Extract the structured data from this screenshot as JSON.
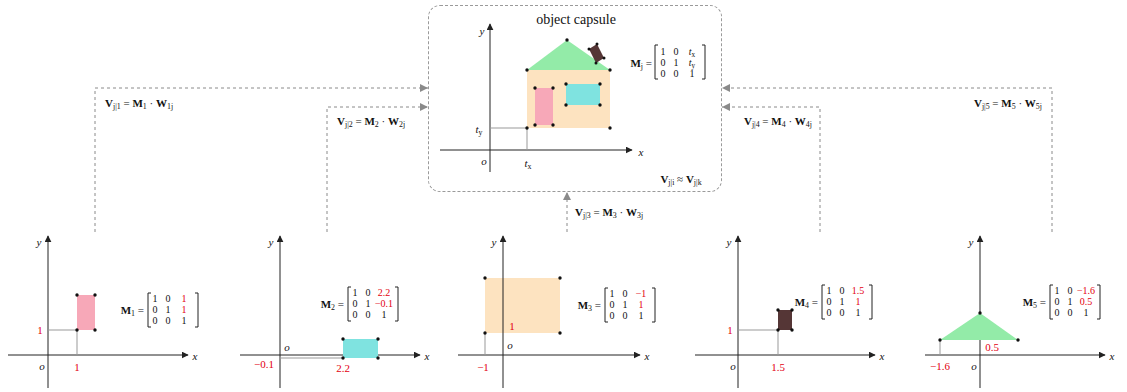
{
  "diagram": {
    "nodes": [
      {
        "text": [
          "object capsule",
          "y",
          "x",
          "o",
          "ty",
          "tx",
          "Mj =",
          "1",
          "0",
          "tx",
          "0",
          "1",
          "ty",
          "0",
          "0",
          "1",
          "Vj|i ≈ Vj|k"
        ]
      },
      {
        "text": [
          "y",
          "x",
          "o",
          "1",
          "1",
          "M1 =",
          "1",
          "0",
          "1",
          "0",
          "1",
          "1",
          "0",
          "0",
          "1"
        ]
      },
      {
        "text": [
          "y",
          "x",
          "o",
          "−0.1",
          "2.2",
          "M2 =",
          "1",
          "0",
          "2.2",
          "0",
          "1",
          "−0.1",
          "0",
          "0",
          "1"
        ]
      },
      {
        "text": [
          "y",
          "x",
          "o",
          "−1",
          "1",
          "M3 =",
          "1",
          "0",
          "−1",
          "0",
          "1",
          "1",
          "0",
          "0",
          "1"
        ]
      },
      {
        "text": [
          "y",
          "x",
          "o",
          "1",
          "1.5",
          "M4 =",
          "1",
          "0",
          "1.5",
          "0",
          "1",
          "1",
          "0",
          "0",
          "1"
        ]
      },
      {
        "text": [
          "y",
          "x",
          "o",
          "−1.6",
          "0.5",
          "M5 =",
          "1",
          "0",
          "−1.6",
          "0",
          "1",
          "0.5",
          "0",
          "0",
          "1"
        ]
      }
    ],
    "edges": [
      {
        "from": 1,
        "to": 0,
        "arrow": "to",
        "label": "Vj|1 = M1 · W1j"
      },
      {
        "from": 2,
        "to": 0,
        "arrow": "to",
        "label": "Vj|2 = M2 · W2j"
      },
      {
        "from": 3,
        "to": 0,
        "arrow": "to",
        "label": "Vj|3 = M3 · W3j"
      },
      {
        "from": 4,
        "to": 0,
        "arrow": "to",
        "label": "Vj|4 = M4 · W4j"
      },
      {
        "from": 5,
        "to": 0,
        "arrow": "to",
        "label": "Vj|5 = M5 · W5j"
      }
    ]
  }
}
